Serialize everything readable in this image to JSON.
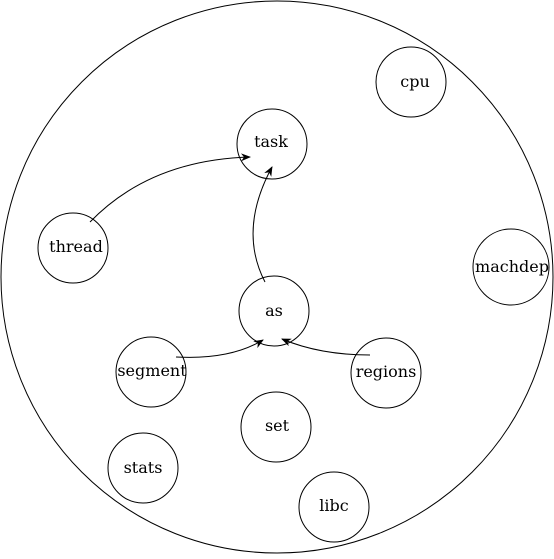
{
  "diagram": {
    "nodes": [
      {
        "id": "cpu",
        "label": "cpu"
      },
      {
        "id": "task",
        "label": "task"
      },
      {
        "id": "thread",
        "label": "thread"
      },
      {
        "id": "machdep",
        "label": "machdep"
      },
      {
        "id": "as",
        "label": "as"
      },
      {
        "id": "segment",
        "label": "segment"
      },
      {
        "id": "regions",
        "label": "regions"
      },
      {
        "id": "set",
        "label": "set"
      },
      {
        "id": "stats",
        "label": "stats"
      },
      {
        "id": "libc",
        "label": "libc"
      }
    ],
    "edges": [
      {
        "from": "thread",
        "to": "task"
      },
      {
        "from": "as",
        "to": "task"
      },
      {
        "from": "segment",
        "to": "as"
      },
      {
        "from": "regions",
        "to": "as"
      }
    ],
    "colors": {
      "stroke": "#000000",
      "background": "#ffffff"
    }
  }
}
